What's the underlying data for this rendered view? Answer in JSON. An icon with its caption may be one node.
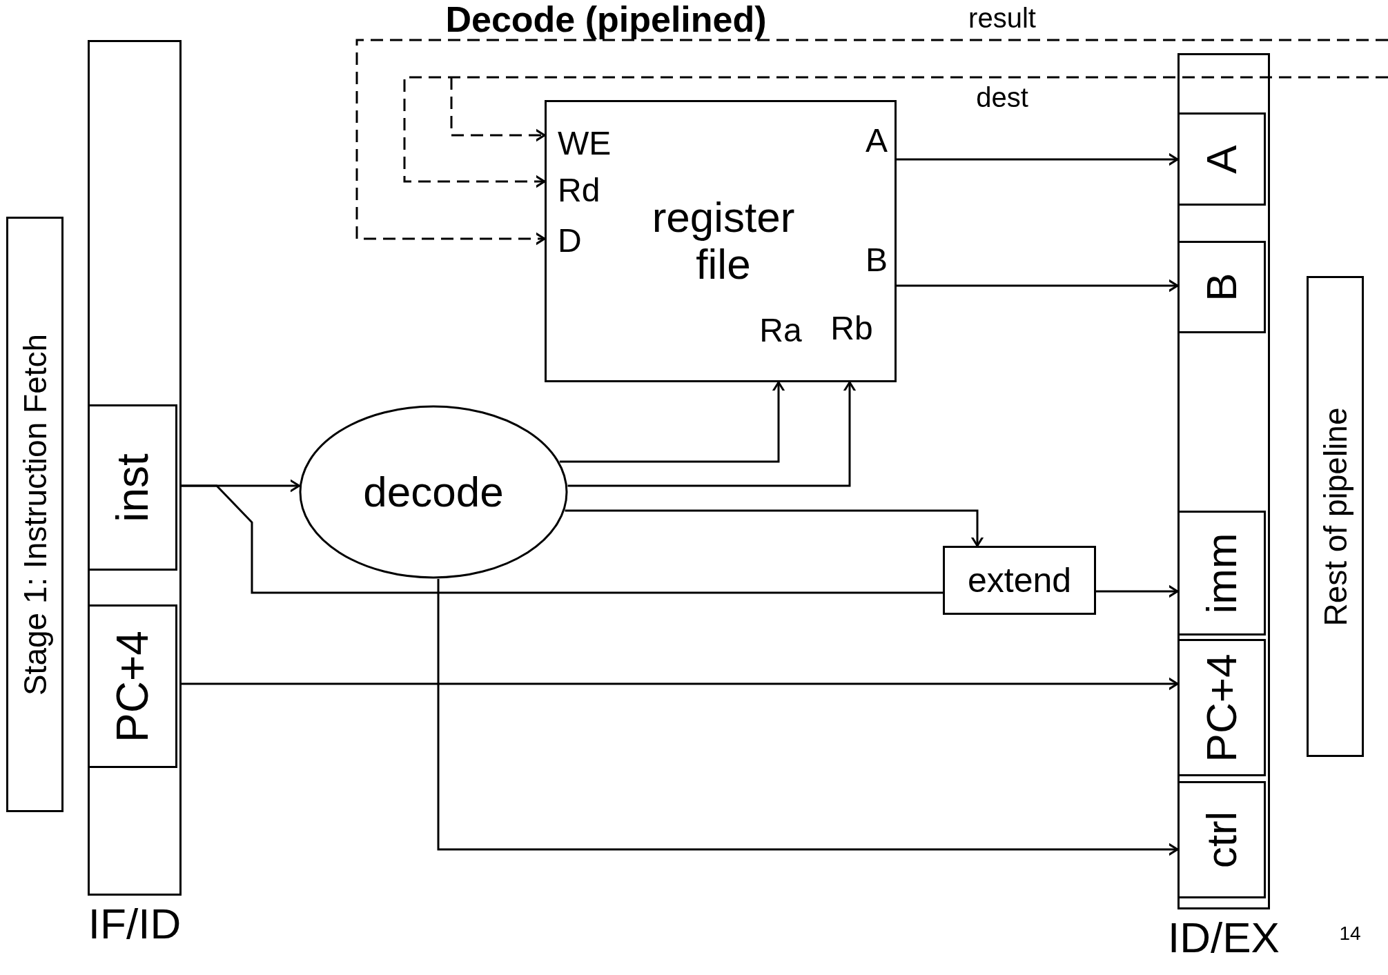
{
  "diagram": {
    "title": "Decode (pipelined)",
    "nodes": [
      {
        "text": [
          "IF/ID"
        ]
      },
      {
        "text": [
          "inst"
        ],
        "in": 0
      },
      {
        "text": [
          "PC+4"
        ],
        "in": 0
      },
      {
        "text": [
          "register file",
          "WE",
          "Rd",
          "D",
          "A",
          "B",
          "Ra",
          "Rb"
        ]
      },
      {
        "text": [
          "decode"
        ]
      },
      {
        "text": [
          "extend"
        ]
      },
      {
        "text": [
          "ID/EX"
        ]
      },
      {
        "text": [
          "A"
        ],
        "in": 6
      },
      {
        "text": [
          "B"
        ],
        "in": 6
      },
      {
        "text": [
          "imm"
        ],
        "in": 6
      },
      {
        "text": [
          "PC+4"
        ],
        "in": 6
      },
      {
        "text": [
          "ctrl"
        ],
        "in": 6
      },
      {
        "text": [
          "Stage 1: Instruction Fetch"
        ]
      },
      {
        "text": [
          "Rest of pipeline"
        ]
      }
    ],
    "edges": [
      {
        "from": 1,
        "to": 4,
        "arrow": "to"
      },
      {
        "from": 1,
        "to": 5,
        "arrow": "none"
      },
      {
        "from": 4,
        "to": 3,
        "arrow": "to"
      },
      {
        "from": 4,
        "to": 3,
        "arrow": "to"
      },
      {
        "from": 4,
        "to": 5,
        "arrow": "to"
      },
      {
        "from": 4,
        "to": 11,
        "arrow": "to"
      },
      {
        "from": 5,
        "to": 9,
        "arrow": "to"
      },
      {
        "from": 3,
        "to": 7,
        "arrow": "to"
      },
      {
        "from": 3,
        "to": 8,
        "arrow": "to"
      },
      {
        "from": 2,
        "to": 10,
        "arrow": "to"
      },
      {
        "from": null,
        "to": 3,
        "arrow": "to",
        "label": "result",
        "style": "dashed"
      },
      {
        "from": null,
        "to": 3,
        "arrow": "to",
        "label": "dest",
        "style": "dashed"
      },
      {
        "from": null,
        "to": 3,
        "arrow": "to",
        "style": "dashed"
      }
    ],
    "labels": [
      "14"
    ]
  }
}
